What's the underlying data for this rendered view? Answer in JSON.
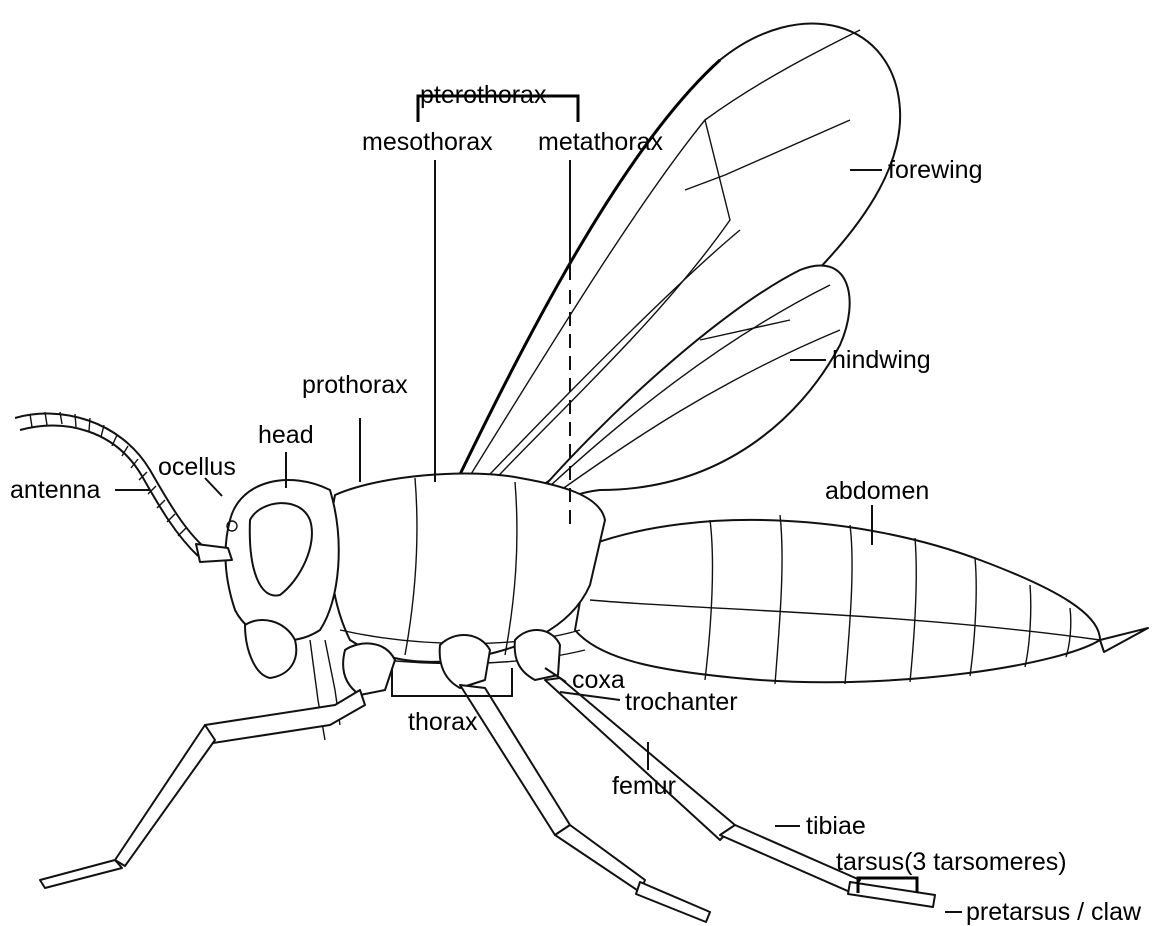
{
  "labels": {
    "pterothorax": "pterothorax",
    "mesothorax": "mesothorax",
    "metathorax": "metathorax",
    "forewing": "forewing",
    "hindwing": "hindwing",
    "prothorax": "prothorax",
    "head": "head",
    "ocellus": "ocellus",
    "antenna": "antenna",
    "abdomen": "abdomen",
    "coxa": "coxa",
    "trochanter": "trochanter",
    "thorax": "thorax",
    "femur": "femur",
    "tibiae": "tibiae",
    "tarsus": "tarsus(3 tarsomeres)",
    "pretarsus": "pretarsus / claw"
  }
}
